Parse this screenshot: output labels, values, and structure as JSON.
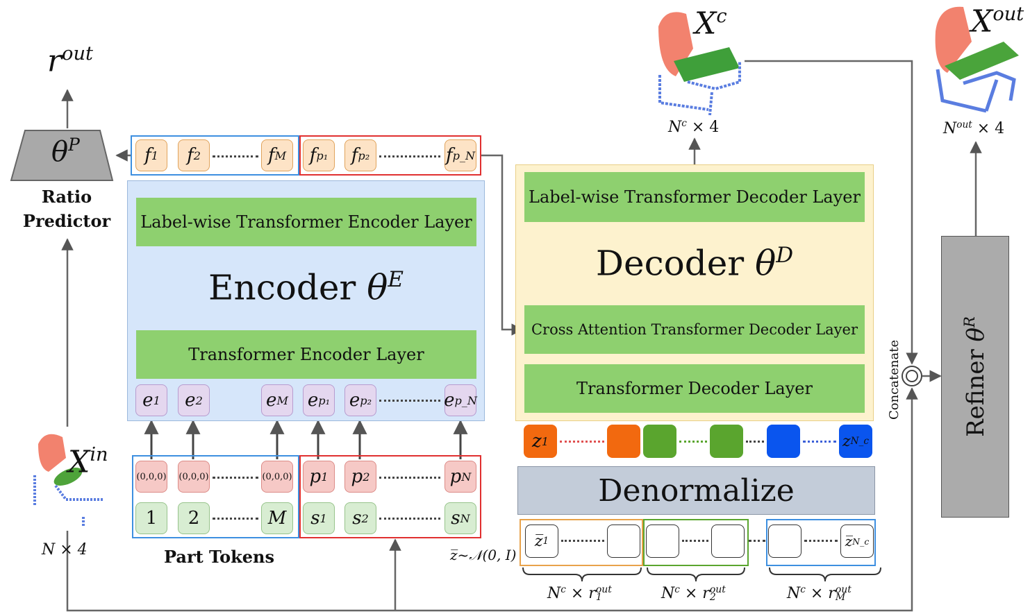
{
  "outputs": {
    "r_out": {
      "base": "r",
      "sup": "out"
    },
    "x_in": {
      "base": "X",
      "sup": "in"
    },
    "x_c": {
      "base": "X",
      "sup": "c"
    },
    "x_out": {
      "base": "X",
      "sup": "out"
    },
    "n_in_dim": "N × 4",
    "n_c_dim": {
      "base": "N",
      "sup": "c",
      "rest": " × 4"
    },
    "n_out_dim": {
      "base": "N",
      "sup": "out",
      "rest": " × 4"
    }
  },
  "ratio_predictor": {
    "symbol": "θ",
    "sup": "P",
    "label_line1": "Ratio",
    "label_line2": "Predictor"
  },
  "encoder": {
    "title": "Encoder",
    "symbol": "θ",
    "sup": "E",
    "layer_top": "Label-wise Transformer Encoder Layer",
    "layer_bottom": "Transformer Encoder Layer"
  },
  "decoder": {
    "title": "Decoder",
    "symbol": "θ",
    "sup": "D",
    "layer_top": "Label-wise Transformer Decoder Layer",
    "layer_cross": "Cross Attention Transformer Decoder Layer",
    "layer_bottom": "Transformer Decoder Layer"
  },
  "feature_tokens": [
    {
      "base": "f",
      "sub": "1"
    },
    {
      "base": "f",
      "sub": "2"
    },
    {
      "base": "f",
      "sub": "M"
    },
    {
      "base": "f",
      "sub": "p₁"
    },
    {
      "base": "f",
      "sub": "p₂"
    },
    {
      "base": "f",
      "sub": "p_N"
    }
  ],
  "embedding_tokens": [
    {
      "base": "e",
      "sub": "1"
    },
    {
      "base": "e",
      "sub": "2"
    },
    {
      "base": "e",
      "sub": "M"
    },
    {
      "base": "e",
      "sub": "p₁"
    },
    {
      "base": "e",
      "sub": "p₂"
    },
    {
      "base": "e",
      "sub": "p_N"
    }
  ],
  "position_tokens": [
    {
      "text": "(0,0,0)"
    },
    {
      "text": "(0,0,0)"
    },
    {
      "text": "(0,0,0)"
    },
    {
      "base": "p",
      "sub": "1"
    },
    {
      "base": "p",
      "sub": "2"
    },
    {
      "base": "p",
      "sub": "N"
    }
  ],
  "label_tokens": [
    {
      "text": "1"
    },
    {
      "text": "2"
    },
    {
      "text": "M"
    },
    {
      "base": "s",
      "sub": "1"
    },
    {
      "base": "s",
      "sub": "2"
    },
    {
      "base": "s",
      "sub": "N"
    }
  ],
  "part_tokens_label": "Part Tokens",
  "latent_tokens": {
    "first": {
      "base": "z",
      "sub": "1"
    },
    "last": {
      "base": "z",
      "sub": "N_c"
    },
    "colors": {
      "orange": "#f2690f",
      "green": "#5aa52e",
      "blue": "#0a55ee"
    }
  },
  "denormalize": "Denormalize",
  "noise_tokens": {
    "first": {
      "base": "z̅",
      "sub": "1"
    },
    "last": {
      "base": "z̅",
      "sub": "N_c"
    }
  },
  "noise_label": "z̅~𝒩(0, I)",
  "brace_labels": [
    {
      "base": "N",
      "sup": "c",
      "mid": " × r",
      "rsup": "out",
      "rsub": "1"
    },
    {
      "base": "N",
      "sup": "c",
      "mid": " × r",
      "rsup": "out",
      "rsub": "2"
    },
    {
      "base": "N",
      "sup": "c",
      "mid": " × r",
      "rsup": "out",
      "rsub": "M"
    }
  ],
  "concatenate_label": "Concatenate",
  "refiner": {
    "title": "Refiner",
    "symbol": "θ",
    "sup": "R"
  },
  "colors": {
    "encoder_bg": "#d6e6fa",
    "decoder_bg": "#fdf2ce",
    "layer_green": "#8ed06f",
    "blue_box": "#3d8fe0",
    "red_box": "#e03030",
    "denormalize_bg": "#c3ccd9",
    "refiner_bg": "#ababab"
  }
}
